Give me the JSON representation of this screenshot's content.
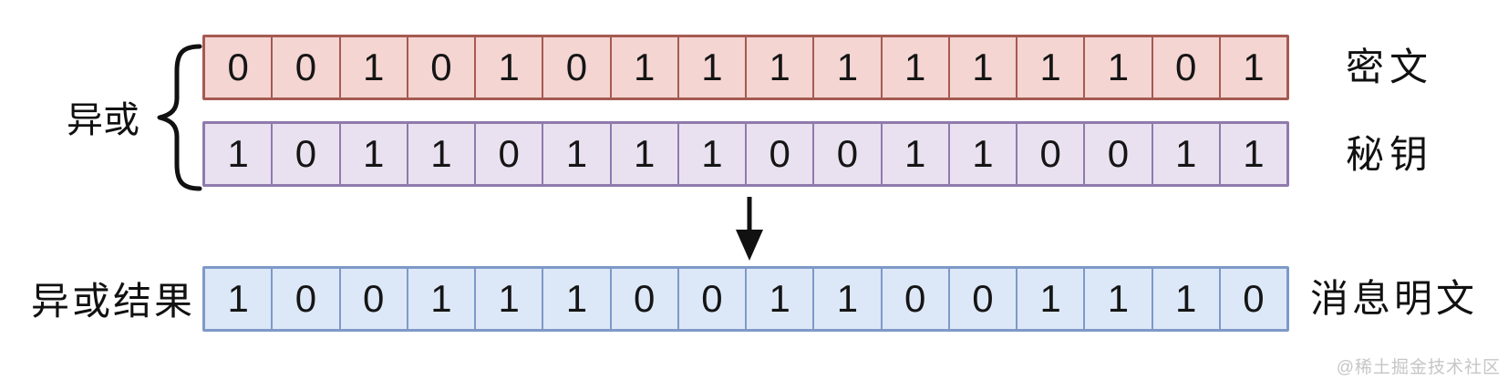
{
  "diagram": {
    "operator_label": "异或",
    "result_label": "异或结果",
    "rows": [
      {
        "name": "ciphertext",
        "label": "密文",
        "bits": [
          "0",
          "0",
          "1",
          "0",
          "1",
          "0",
          "1",
          "1",
          "1",
          "1",
          "1",
          "1",
          "1",
          "1",
          "0",
          "1"
        ],
        "fill": "#f4d5d2",
        "border": "#a55a52"
      },
      {
        "name": "key",
        "label": "秘钥",
        "bits": [
          "1",
          "0",
          "1",
          "1",
          "0",
          "1",
          "1",
          "1",
          "0",
          "0",
          "1",
          "1",
          "0",
          "0",
          "1",
          "1"
        ],
        "fill": "#e9e1f0",
        "border": "#8f7aad"
      },
      {
        "name": "plaintext_result",
        "label": "消息明文",
        "bits": [
          "1",
          "0",
          "0",
          "1",
          "1",
          "1",
          "0",
          "0",
          "1",
          "1",
          "0",
          "0",
          "1",
          "1",
          "1",
          "0"
        ],
        "fill": "#dce8f8",
        "border": "#7e99c8"
      }
    ],
    "ink_color": "#111111",
    "watermark": "@稀土掘金技术社区"
  }
}
